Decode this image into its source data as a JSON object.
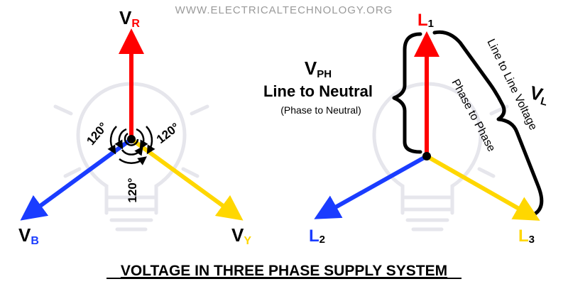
{
  "watermark": "WWW.ELECTRICALTECHNOLOGY.ORG",
  "footer_title": "VOLTAGE IN THREE PHASE SUPPLY SYSTEM",
  "colors": {
    "red": "#ff0000",
    "yellow": "#ffd700",
    "blue": "#1a3cff",
    "black": "#000000",
    "bulb": "#e6e6ec",
    "watermark": "#9a9a9a"
  },
  "left_diagram": {
    "vr": {
      "main": "V",
      "sub": "R"
    },
    "vb": {
      "main": "V",
      "sub": "B"
    },
    "vy": {
      "main": "V",
      "sub": "Y"
    },
    "angles": [
      "120°",
      "120°",
      "120°"
    ]
  },
  "right_diagram": {
    "l1": {
      "main": "L",
      "sub": "1"
    },
    "l2": {
      "main": "L",
      "sub": "2"
    },
    "l3": {
      "main": "L",
      "sub": "3"
    },
    "vph": {
      "main": "V",
      "sub": "PH"
    },
    "line_to_neutral": "Line to Neutral",
    "phase_to_neutral": "(Phase to Neutral)",
    "vl": {
      "main": "V",
      "sub": "L"
    },
    "line_to_line": "Line to Line Voltage",
    "phase_to_phase": "Phase to Phase"
  }
}
